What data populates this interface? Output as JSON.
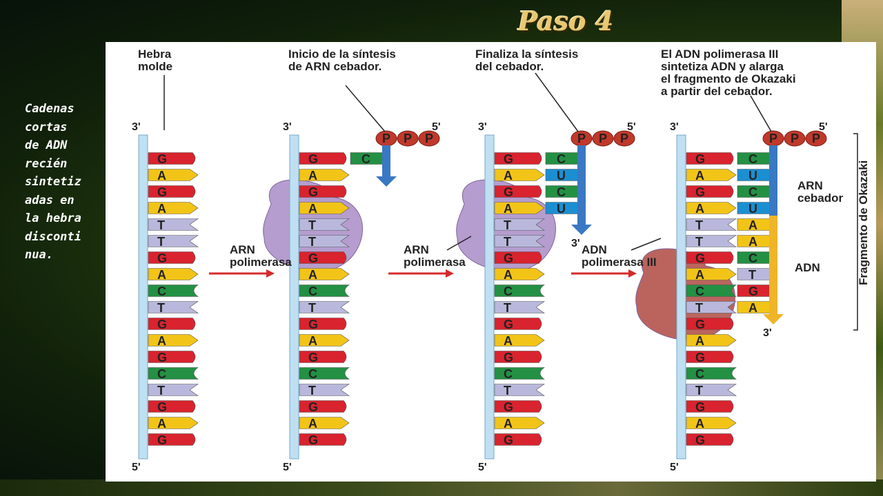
{
  "slide": {
    "title": "Paso 4"
  },
  "side_text": "Cadenas\ncortas\nde ADN\nrecién\nsintetiz\nadas en\nla hebra\ndisconti\nnua.",
  "template_sequence": [
    "G",
    "A",
    "G",
    "A",
    "T",
    "T",
    "G",
    "A",
    "C",
    "T",
    "G",
    "A",
    "G",
    "C",
    "T",
    "G",
    "A",
    "G"
  ],
  "ends": {
    "three": "3'",
    "five": "5'"
  },
  "primer_label": "P",
  "stages": [
    {
      "caption": [
        "Hebra",
        "molde"
      ],
      "new_bases": [],
      "primer_count": 0
    },
    {
      "caption": [
        "Inicio de la síntesis",
        "de ARN cebador."
      ],
      "new_bases": [
        "C"
      ],
      "primer_count": 1
    },
    {
      "caption": [
        "Finaliza la síntesis",
        "del cebador."
      ],
      "new_bases": [
        "C",
        "U",
        "C",
        "U"
      ],
      "primer_count": 4
    },
    {
      "caption": [
        "El ADN polimerasa III",
        "sintetiza ADN y alarga",
        "el fragmento de Okazaki",
        "a partir del cebador."
      ],
      "new_bases": [
        "C",
        "U",
        "C",
        "U",
        "A",
        "A",
        "C",
        "T",
        "G",
        "A"
      ],
      "primer_count": 4
    }
  ],
  "enzymes": {
    "rna_pol_1": [
      "ARN",
      "polimerasa"
    ],
    "rna_pol_2": [
      "ARN",
      "polimerasa"
    ],
    "dna_pol": [
      "ADN",
      "polimerasa III"
    ]
  },
  "annotations": {
    "arn_cebador": [
      "ARN",
      "cebador"
    ],
    "adn": "ADN",
    "okazaki": "Fragmento de Okazaki"
  },
  "colors": {
    "G": "#d9232e",
    "A": "#f2c417",
    "T": "#b9b8dc",
    "C": "#239043",
    "U": "#1b8fd2",
    "strand": "#bfe0f2",
    "primer_arrow": "#3a78c4",
    "dna_arrow": "#f0b429",
    "enzyme": "#a98cc7",
    "polymerase_iii": "#b04a43",
    "phosphate": "#c0392b",
    "reaction_arrow": "#d62a2a",
    "title": "#e8c870"
  }
}
